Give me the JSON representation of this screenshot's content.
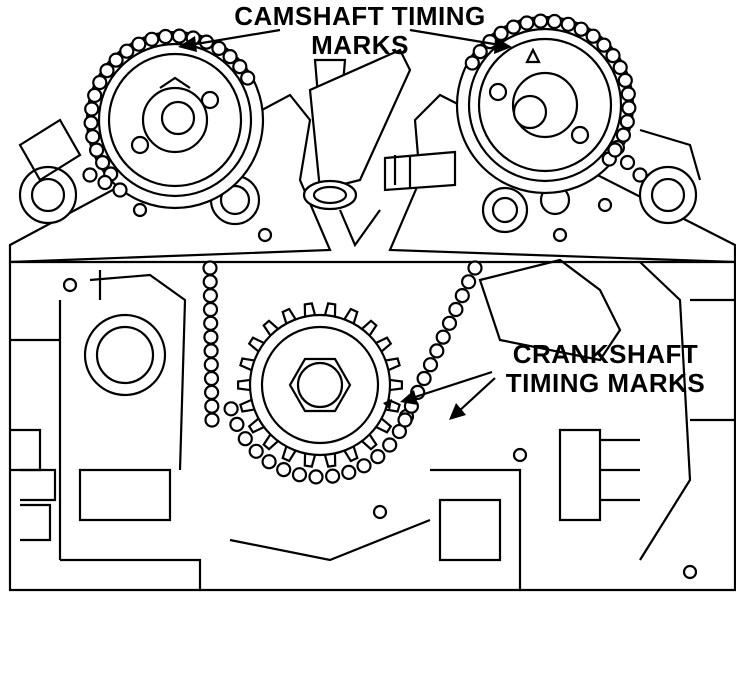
{
  "labels": {
    "camshaft": {
      "line1": "CAMSHAFT TIMING",
      "line2": "MARKS"
    },
    "crankshaft": {
      "line1": "CRANKSHAFT",
      "line2": "TIMING MARKS"
    }
  },
  "colors": {
    "ink": "#000000",
    "paper": "#ffffff"
  }
}
